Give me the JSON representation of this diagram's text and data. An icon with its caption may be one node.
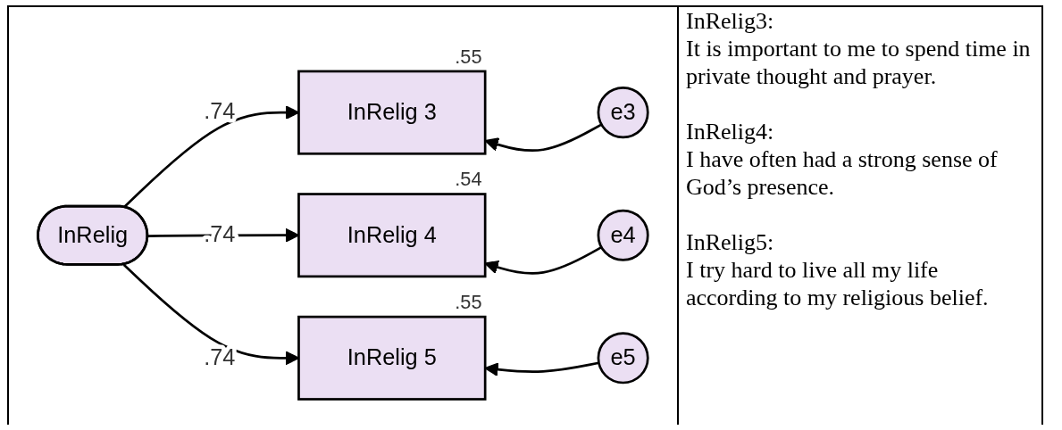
{
  "diagram": {
    "nodes": [
      {
        "text": [
          "InRelig"
        ]
      },
      {
        "text": [
          "InRelig 3"
        ],
        "beside": [
          ".55"
        ]
      },
      {
        "text": [
          "InRelig 4"
        ],
        "beside": [
          ".54"
        ]
      },
      {
        "text": [
          "InRelig 5"
        ],
        "beside": [
          ".55"
        ]
      },
      {
        "text": [
          "e3"
        ]
      },
      {
        "text": [
          "e4"
        ]
      },
      {
        "text": [
          "e5"
        ]
      }
    ],
    "edges": [
      {
        "from": 0,
        "to": 1,
        "arrow": "to",
        "label": ".74"
      },
      {
        "from": 0,
        "to": 2,
        "arrow": "to",
        "label": ".74"
      },
      {
        "from": 0,
        "to": 3,
        "arrow": "to",
        "label": ".74"
      },
      {
        "from": 4,
        "to": 1,
        "arrow": "to"
      },
      {
        "from": 5,
        "to": 2,
        "arrow": "to"
      },
      {
        "from": 6,
        "to": 3,
        "arrow": "to"
      }
    ],
    "labels": [
      "InRelig3:",
      "It is important to me to spend time in private thought and prayer.",
      "InRelig4:",
      "I have often had a strong sense of God’s presence.",
      "InRelig5:",
      "I try hard to live all my life according to my religious belief."
    ]
  }
}
